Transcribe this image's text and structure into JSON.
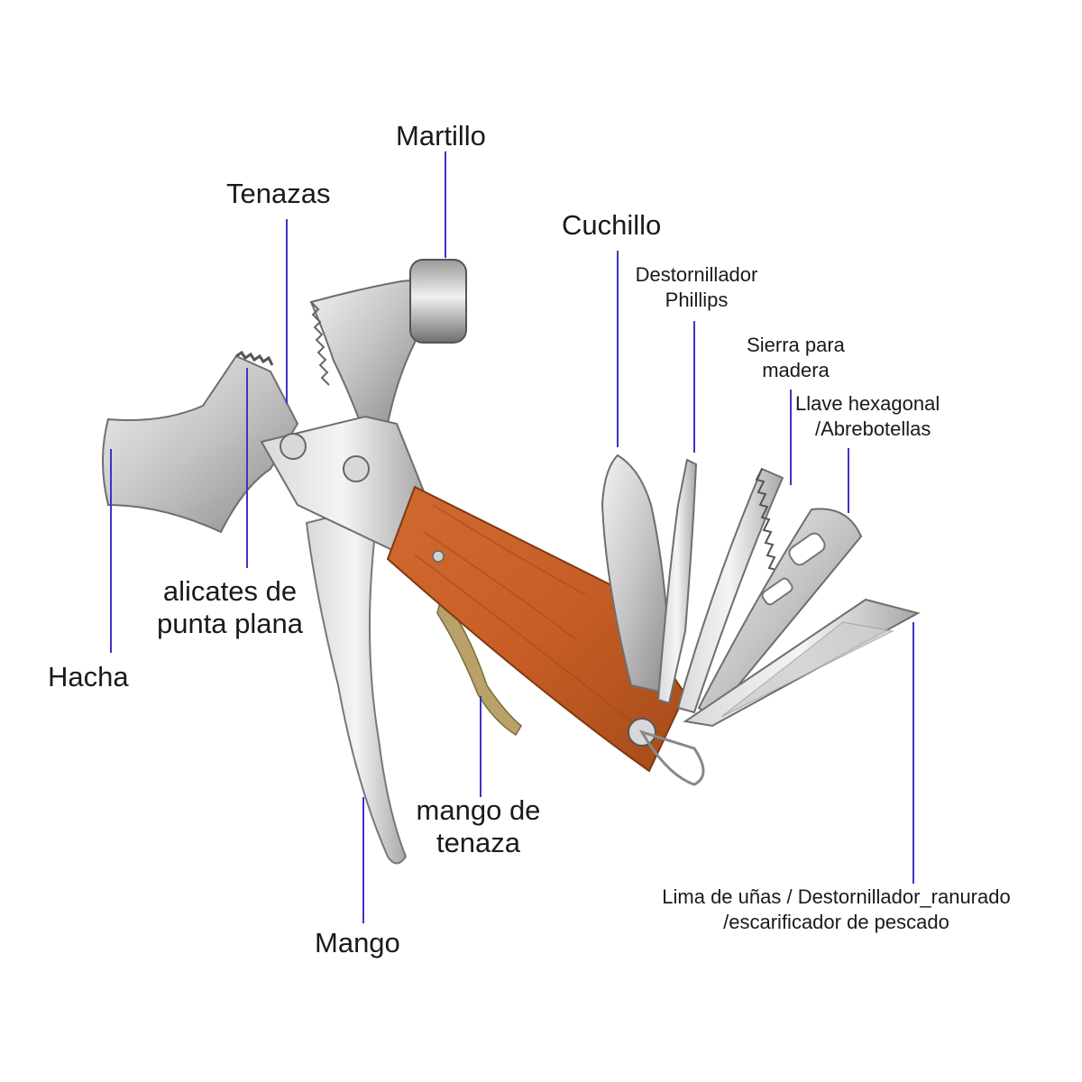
{
  "labels": {
    "martillo": "Martillo",
    "tenazas": "Tenazas",
    "cuchillo": "Cuchillo",
    "destornillador_1": "Destornillador",
    "destornillador_2": "Phillips",
    "sierra_1": "Sierra para",
    "sierra_2": "madera",
    "llave_1": "Llave hexagonal",
    "llave_2": "/Abrebotellas",
    "alicates_1": "alicates de",
    "alicates_2": "punta plana",
    "hacha": "Hacha",
    "mango_tenaza_1": "mango de",
    "mango_tenaza_2": "tenaza",
    "mango": "Mango",
    "lima_1": "Lima de uñas / Destornillador_ranurado",
    "lima_2": "/escarificador de pescado"
  },
  "colors": {
    "leader": "#3a35c8",
    "steel_light": "#e6e6e6",
    "steel_dark": "#8e8e8e",
    "wood": "#c8602a",
    "wood_dark": "#9c4418",
    "text": "#1a1a1a"
  }
}
